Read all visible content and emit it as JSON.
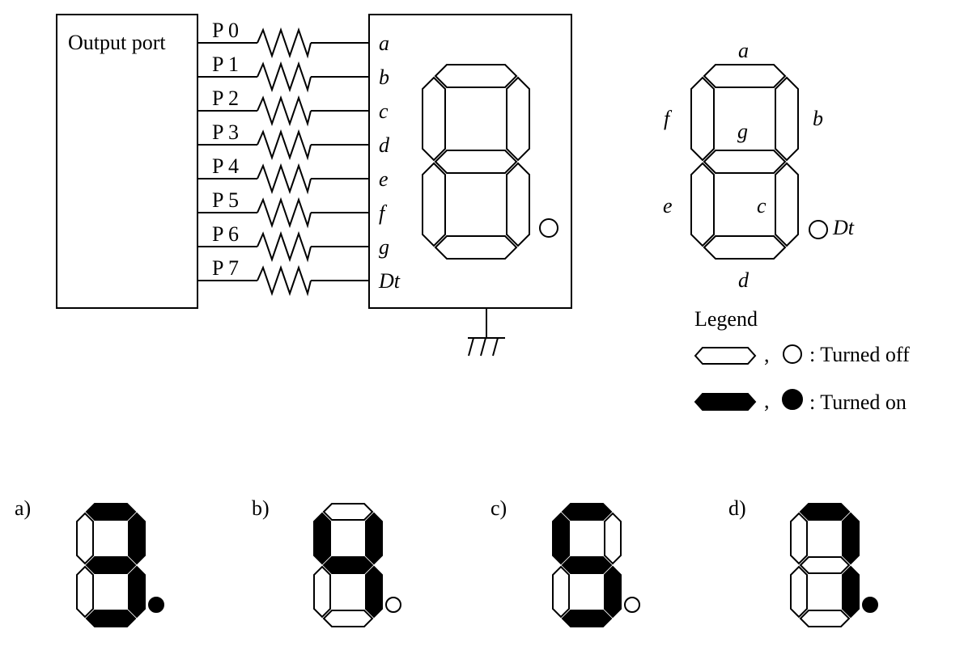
{
  "port": {
    "label": "Output port",
    "pins": [
      "P 0",
      "P 1",
      "P 2",
      "P 3",
      "P 4",
      "P 5",
      "P 6",
      "P 7"
    ]
  },
  "signals": [
    "a",
    "b",
    "c",
    "d",
    "e",
    "f",
    "g",
    "Dt"
  ],
  "segment_labels": {
    "a": "a",
    "b": "b",
    "c": "c",
    "d": "d",
    "e": "e",
    "f": "f",
    "g": "g",
    "dt": "Dt"
  },
  "legend": {
    "title": "Legend",
    "sep": ",",
    "off_text": ": Turned off",
    "on_text": ": Turned on"
  },
  "options": [
    {
      "label": "a)",
      "on": [
        "a",
        "b",
        "c",
        "d",
        "g"
      ],
      "dt": true
    },
    {
      "label": "b)",
      "on": [
        "b",
        "c",
        "f",
        "g"
      ],
      "dt": false
    },
    {
      "label": "c)",
      "on": [
        "a",
        "c",
        "d",
        "f",
        "g"
      ],
      "dt": false
    },
    {
      "label": "d)",
      "on": [
        "a",
        "b",
        "c"
      ],
      "dt": true
    }
  ]
}
